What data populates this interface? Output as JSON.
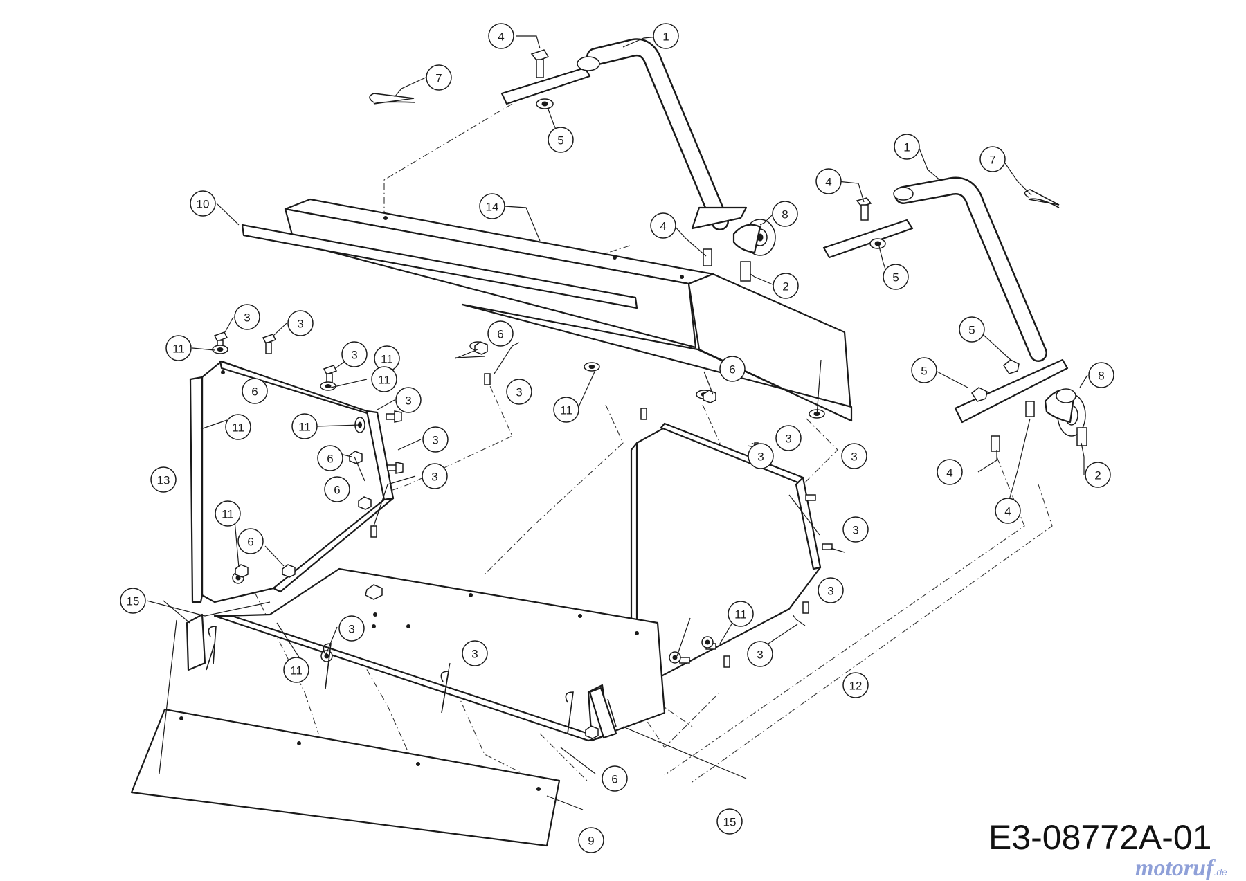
{
  "diagram": {
    "drawing_code": "E3-08772A-01",
    "watermark": {
      "name": "motoruf",
      "tld": ".de"
    },
    "callouts": [
      {
        "id": "c1a",
        "label": "1"
      },
      {
        "id": "c1b",
        "label": "1"
      },
      {
        "id": "c2a",
        "label": "2"
      },
      {
        "id": "c2b",
        "label": "2"
      },
      {
        "id": "c3a",
        "label": "3"
      },
      {
        "id": "c3b",
        "label": "3"
      },
      {
        "id": "c3c",
        "label": "3"
      },
      {
        "id": "c3d",
        "label": "3"
      },
      {
        "id": "c3e",
        "label": "3"
      },
      {
        "id": "c3f",
        "label": "3"
      },
      {
        "id": "c3g",
        "label": "3"
      },
      {
        "id": "c3h",
        "label": "3"
      },
      {
        "id": "c3i",
        "label": "3"
      },
      {
        "id": "c3j",
        "label": "3"
      },
      {
        "id": "c3k",
        "label": "3"
      },
      {
        "id": "c3l",
        "label": "3"
      },
      {
        "id": "c3m",
        "label": "3"
      },
      {
        "id": "c3n",
        "label": "3"
      },
      {
        "id": "c3o",
        "label": "3"
      },
      {
        "id": "c4a",
        "label": "4"
      },
      {
        "id": "c4b",
        "label": "4"
      },
      {
        "id": "c4c",
        "label": "4"
      },
      {
        "id": "c4d",
        "label": "4"
      },
      {
        "id": "c4e",
        "label": "4"
      },
      {
        "id": "c5a",
        "label": "5"
      },
      {
        "id": "c5b",
        "label": "5"
      },
      {
        "id": "c5c",
        "label": "5"
      },
      {
        "id": "c5d",
        "label": "5"
      },
      {
        "id": "c6a",
        "label": "6"
      },
      {
        "id": "c6b",
        "label": "6"
      },
      {
        "id": "c6c",
        "label": "6"
      },
      {
        "id": "c6d",
        "label": "6"
      },
      {
        "id": "c6e",
        "label": "6"
      },
      {
        "id": "c6f",
        "label": "6"
      },
      {
        "id": "c6g",
        "label": "6"
      },
      {
        "id": "c7a",
        "label": "7"
      },
      {
        "id": "c7b",
        "label": "7"
      },
      {
        "id": "c8a",
        "label": "8"
      },
      {
        "id": "c8b",
        "label": "8"
      },
      {
        "id": "c9",
        "label": "9"
      },
      {
        "id": "c10",
        "label": "10"
      },
      {
        "id": "c11a",
        "label": "11"
      },
      {
        "id": "c11b",
        "label": "11"
      },
      {
        "id": "c11c",
        "label": "11"
      },
      {
        "id": "c11d",
        "label": "11"
      },
      {
        "id": "c11e",
        "label": "11"
      },
      {
        "id": "c11f",
        "label": "11"
      },
      {
        "id": "c11g",
        "label": "11"
      },
      {
        "id": "c11h",
        "label": "11"
      },
      {
        "id": "c11i",
        "label": "11"
      },
      {
        "id": "c12",
        "label": "12"
      },
      {
        "id": "c13",
        "label": "13"
      },
      {
        "id": "c14",
        "label": "14"
      },
      {
        "id": "c15a",
        "label": "15"
      },
      {
        "id": "c15b",
        "label": "15"
      }
    ]
  }
}
